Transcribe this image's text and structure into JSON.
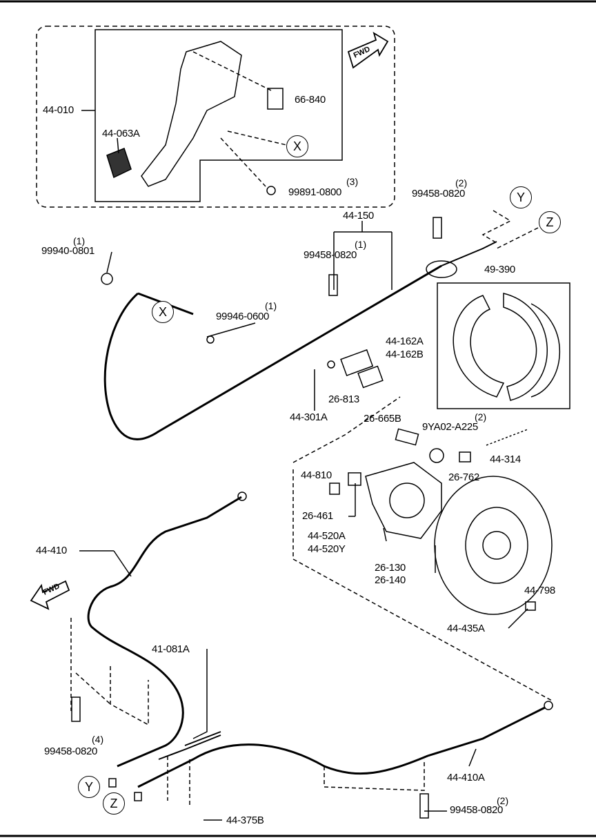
{
  "diagram": {
    "callouts": {
      "X": "X",
      "Y": "Y",
      "Z": "Z"
    },
    "fwd_label": "FWD",
    "parts": [
      {
        "id": "p44010",
        "number": "44-010"
      },
      {
        "id": "p44063A",
        "number": "44-063A"
      },
      {
        "id": "p66840",
        "number": "66-840"
      },
      {
        "id": "p99891",
        "number": "99891-0800",
        "qty": "(3)"
      },
      {
        "id": "p99458a",
        "number": "99458-0820",
        "qty": "(2)"
      },
      {
        "id": "p44150",
        "number": "44-150"
      },
      {
        "id": "p99940",
        "number": "99940-0801",
        "qty": "(1)"
      },
      {
        "id": "p99458b",
        "number": "99458-0820",
        "qty": "(1)"
      },
      {
        "id": "p99946",
        "number": "99946-0600",
        "qty": "(1)"
      },
      {
        "id": "p49390",
        "number": "49-390"
      },
      {
        "id": "p44162A",
        "number": "44-162A"
      },
      {
        "id": "p44162B",
        "number": "44-162B"
      },
      {
        "id": "p26813",
        "number": "26-813"
      },
      {
        "id": "p44301A",
        "number": "44-301A"
      },
      {
        "id": "p26665B",
        "number": "26-665B"
      },
      {
        "id": "p9YA02",
        "number": "9YA02-A225",
        "qty": "(2)"
      },
      {
        "id": "p44314",
        "number": "44-314"
      },
      {
        "id": "p44810",
        "number": "44-810"
      },
      {
        "id": "p26762",
        "number": "26-762"
      },
      {
        "id": "p26461",
        "number": "26-461"
      },
      {
        "id": "p44520A",
        "number": "44-520A"
      },
      {
        "id": "p44520Y",
        "number": "44-520Y"
      },
      {
        "id": "p26130",
        "number": "26-130"
      },
      {
        "id": "p26140",
        "number": "26-140"
      },
      {
        "id": "p44798",
        "number": "44-798"
      },
      {
        "id": "p44435A",
        "number": "44-435A"
      },
      {
        "id": "p44410",
        "number": "44-410"
      },
      {
        "id": "p41081A",
        "number": "41-081A"
      },
      {
        "id": "p99458c",
        "number": "99458-0820",
        "qty": "(4)"
      },
      {
        "id": "p44375B",
        "number": "44-375B"
      },
      {
        "id": "p44410A",
        "number": "44-410A"
      },
      {
        "id": "p99458d",
        "number": "99458-0820",
        "qty": "(2)"
      }
    ]
  }
}
